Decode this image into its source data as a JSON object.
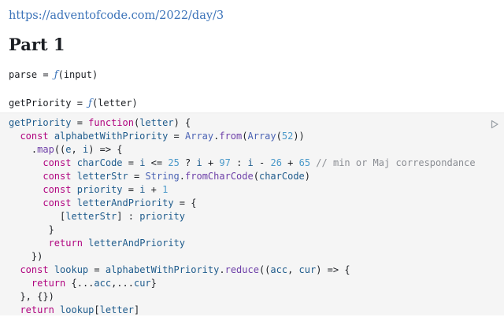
{
  "page": {
    "link": "https://adventofcode.com/2022/day/3",
    "heading": "Part 1"
  },
  "cells": [
    {
      "name": "parse",
      "prefix": "parse = ",
      "fn": "ƒ",
      "args": "(input)"
    },
    {
      "name": "getPriority",
      "prefix": "getPriority = ",
      "fn": "ƒ",
      "args": "(letter)"
    }
  ],
  "code": {
    "lines": [
      [
        [
          "var",
          "getPriority"
        ],
        [
          "op",
          " = "
        ],
        [
          "kw",
          "function"
        ],
        [
          "op",
          "("
        ],
        [
          "var",
          "letter"
        ],
        [
          "op",
          ") {"
        ]
      ],
      [
        [
          "op",
          "  "
        ],
        [
          "kw",
          "const"
        ],
        [
          "op",
          " "
        ],
        [
          "var",
          "alphabetWithPriority"
        ],
        [
          "op",
          " = "
        ],
        [
          "bi",
          "Array"
        ],
        [
          "op",
          "."
        ],
        [
          "prop",
          "from"
        ],
        [
          "op",
          "("
        ],
        [
          "bi",
          "Array"
        ],
        [
          "op",
          "("
        ],
        [
          "num",
          "52"
        ],
        [
          "op",
          "))"
        ]
      ],
      [
        [
          "op",
          "    ."
        ],
        [
          "prop",
          "map"
        ],
        [
          "op",
          "(("
        ],
        [
          "var",
          "e"
        ],
        [
          "op",
          ", "
        ],
        [
          "var",
          "i"
        ],
        [
          "op",
          ") => {"
        ]
      ],
      [
        [
          "op",
          "      "
        ],
        [
          "kw",
          "const"
        ],
        [
          "op",
          " "
        ],
        [
          "var",
          "charCode"
        ],
        [
          "op",
          " = "
        ],
        [
          "var",
          "i"
        ],
        [
          "op",
          " <= "
        ],
        [
          "num",
          "25"
        ],
        [
          "op",
          " ? "
        ],
        [
          "var",
          "i"
        ],
        [
          "op",
          " + "
        ],
        [
          "num",
          "97"
        ],
        [
          "op",
          " : "
        ],
        [
          "var",
          "i"
        ],
        [
          "op",
          " - "
        ],
        [
          "num",
          "26"
        ],
        [
          "op",
          " + "
        ],
        [
          "num",
          "65"
        ],
        [
          "op",
          " "
        ],
        [
          "cmt",
          "// min or Maj correspondance"
        ]
      ],
      [
        [
          "op",
          "      "
        ],
        [
          "kw",
          "const"
        ],
        [
          "op",
          " "
        ],
        [
          "var",
          "letterStr"
        ],
        [
          "op",
          " = "
        ],
        [
          "bi",
          "String"
        ],
        [
          "op",
          "."
        ],
        [
          "prop",
          "fromCharCode"
        ],
        [
          "op",
          "("
        ],
        [
          "var",
          "charCode"
        ],
        [
          "op",
          ")"
        ]
      ],
      [
        [
          "op",
          "      "
        ],
        [
          "kw",
          "const"
        ],
        [
          "op",
          " "
        ],
        [
          "var",
          "priority"
        ],
        [
          "op",
          " = "
        ],
        [
          "var",
          "i"
        ],
        [
          "op",
          " + "
        ],
        [
          "num",
          "1"
        ]
      ],
      [
        [
          "op",
          "      "
        ],
        [
          "kw",
          "const"
        ],
        [
          "op",
          " "
        ],
        [
          "var",
          "letterAndPriority"
        ],
        [
          "op",
          " = {"
        ]
      ],
      [
        [
          "op",
          "         ["
        ],
        [
          "var",
          "letterStr"
        ],
        [
          "op",
          "] : "
        ],
        [
          "var",
          "priority"
        ]
      ],
      [
        [
          "op",
          "       }"
        ]
      ],
      [
        [
          "op",
          "       "
        ],
        [
          "kw",
          "return"
        ],
        [
          "op",
          " "
        ],
        [
          "var",
          "letterAndPriority"
        ]
      ],
      [
        [
          "op",
          "    })"
        ]
      ],
      [
        [
          "op",
          "  "
        ],
        [
          "kw",
          "const"
        ],
        [
          "op",
          " "
        ],
        [
          "var",
          "lookup"
        ],
        [
          "op",
          " = "
        ],
        [
          "var",
          "alphabetWithPriority"
        ],
        [
          "op",
          "."
        ],
        [
          "prop",
          "reduce"
        ],
        [
          "op",
          "(("
        ],
        [
          "var",
          "acc"
        ],
        [
          "op",
          ", "
        ],
        [
          "var",
          "cur"
        ],
        [
          "op",
          ") => {"
        ]
      ],
      [
        [
          "op",
          "    "
        ],
        [
          "kw",
          "return"
        ],
        [
          "op",
          " {..."
        ],
        [
          "var",
          "acc"
        ],
        [
          "op",
          ",..."
        ],
        [
          "var",
          "cur"
        ],
        [
          "op",
          "}"
        ]
      ],
      [
        [
          "op",
          "  }, {})"
        ]
      ],
      [
        [
          "op",
          "  "
        ],
        [
          "kw",
          "return"
        ],
        [
          "op",
          " "
        ],
        [
          "var",
          "lookup"
        ],
        [
          "op",
          "["
        ],
        [
          "var",
          "letter"
        ],
        [
          "op",
          "]"
        ]
      ]
    ]
  },
  "icons": {
    "run": "play-icon"
  },
  "colors": {
    "link": "#3b73b9",
    "keyword": "#b0047f",
    "builtin": "#4b63b4",
    "number": "#4b99c9",
    "variable": "#1e5b8c",
    "property": "#6d3fa8",
    "comment": "#8a8d93",
    "code_background": "#f5f5f5"
  }
}
